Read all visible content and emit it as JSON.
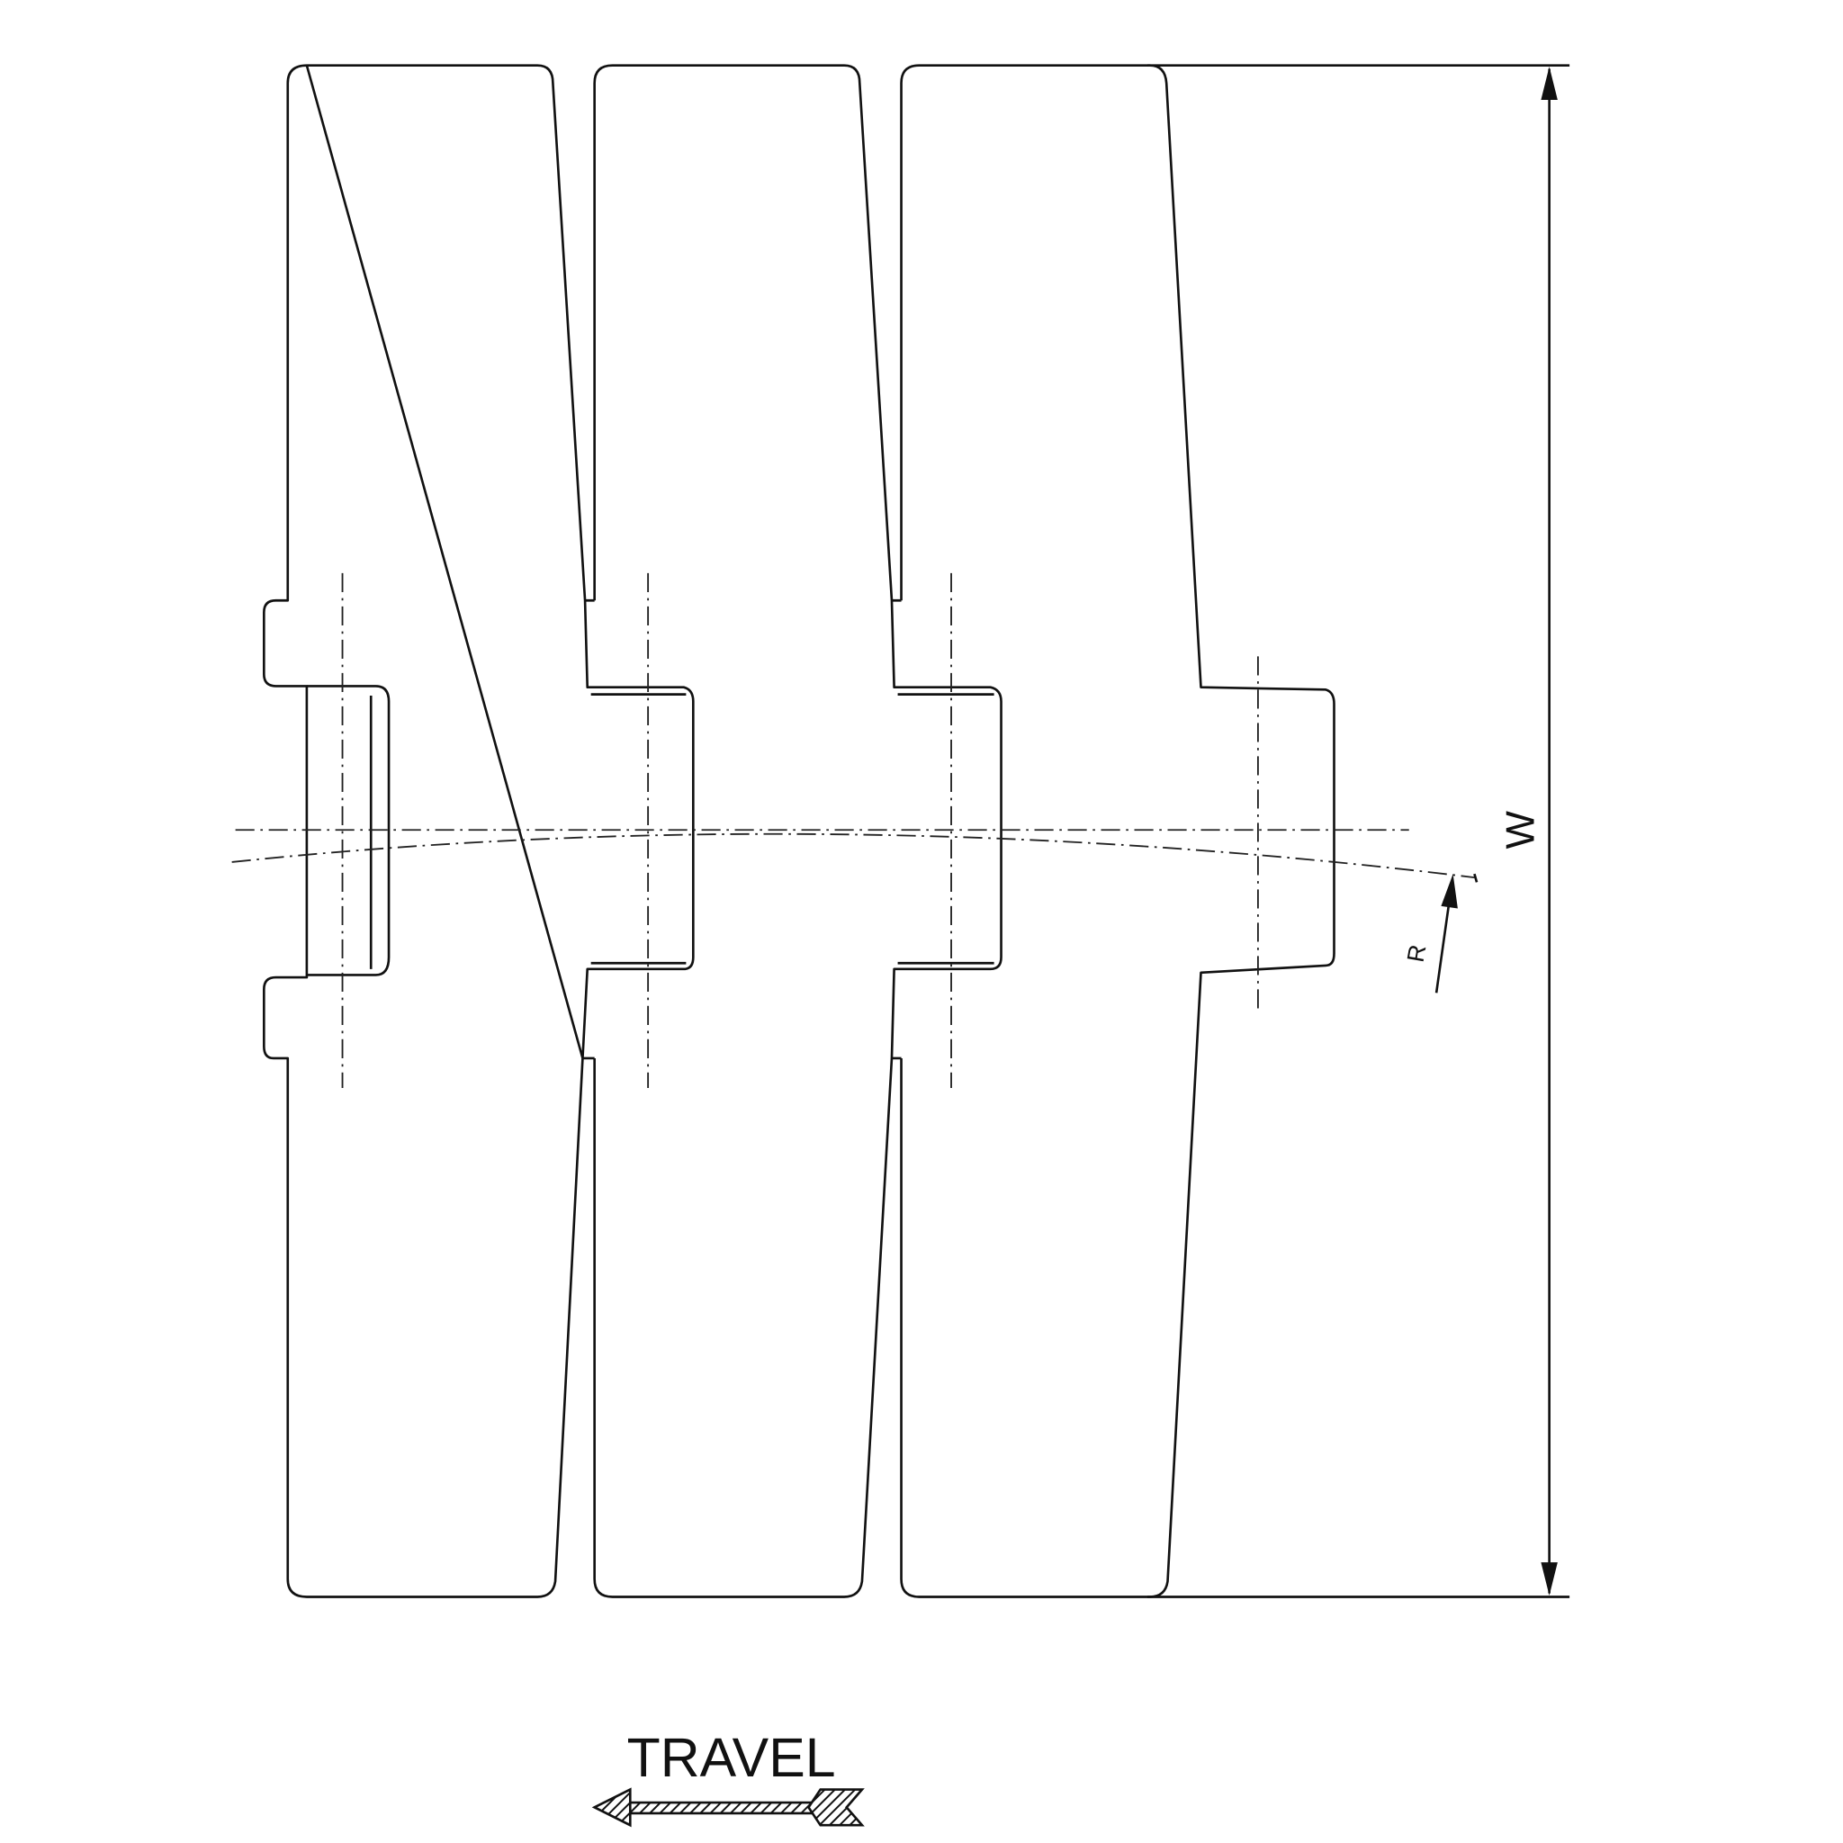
{
  "drawing": {
    "dimension_label": "W",
    "radius_label": "R",
    "travel_label": "TRAVEL",
    "travel_direction": "left",
    "line_color": "#111111",
    "background": "#ffffff"
  }
}
